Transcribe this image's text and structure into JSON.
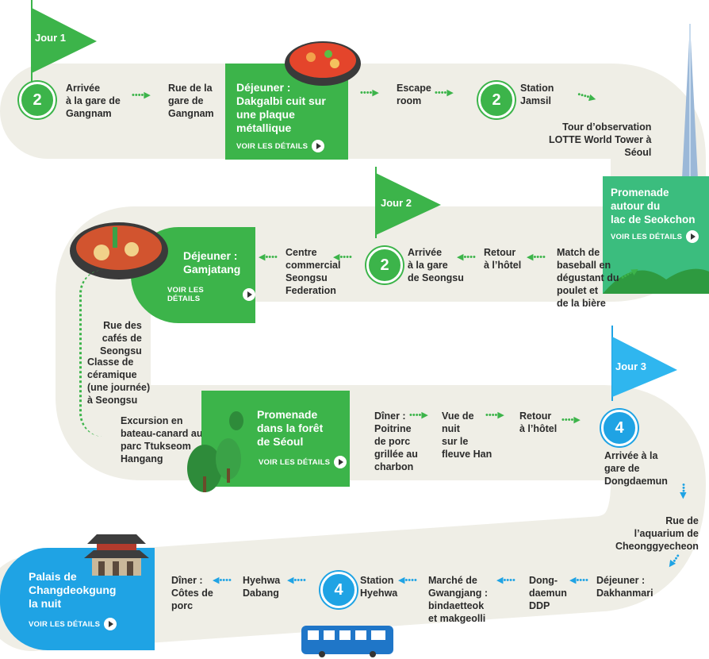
{
  "colors": {
    "road": "#efeee6",
    "green": "#3cb44a",
    "dark_green": "#2e9a40",
    "blue": "#1fa3e4",
    "mint": "#3bbd7e"
  },
  "day1": {
    "flag": "Jour 1",
    "circle": "2",
    "s1": "Arrivée\nà la gare de\nGangnam",
    "s2": "Rue de la\ngare de\nGangnam",
    "card_title": "Déjeuner :\nDakgalbi cuit sur\nune plaque\nmétallique",
    "card_more": "VOIR LES DÉTAILS",
    "s3": "Escape\nroom",
    "circle2": "2",
    "s4": "Station\nJamsil",
    "s5": "Tour d’observation\nLOTTE World Tower à\nSéoul",
    "card2_title": "Promenade\nautour du\nlac de Seokchon",
    "card2_more": "VOIR LES DÉTAILS"
  },
  "day2": {
    "flag": "Jour 2",
    "s1": "Match de\nbaseball en\ndégustant du\npoulet et\nde la bière",
    "s2": "Retour\nà l’hôtel",
    "circle": "2",
    "s3": "Arrivée\nà la gare\nde Seongsu",
    "s4": "Centre\ncommercial\nSeongsu\nFederation",
    "card_title": "Déjeuner :\nGamjatang",
    "card_more": "VOIR LES DÉTAILS",
    "s5": "Rue des\ncafés de\nSeongsu",
    "s6": "Classe de\ncéramique\n(une journée)\nà Seongsu",
    "s7": "Excursion en\nbateau-canard au\nparc Ttukseom\nHangang",
    "card2_title": "Promenade\ndans la forêt\nde Séoul",
    "card2_more": "VOIR LES DÉTAILS",
    "s8": "Dîner :\nPoitrine\nde porc\ngrillée au\ncharbon",
    "s9": "Vue de\nnuit\nsur le\nfleuve Han",
    "s10": "Retour\nà l’hôtel"
  },
  "day3": {
    "flag": "Jour 3",
    "circle": "4",
    "s1": "Arrivée à la\ngare de\nDongdaemun",
    "s2": "Rue de\nl’aquarium de\nCheonggyecheon",
    "s3": "Déjeuner :\nDakhanmari",
    "s4": "Dong-\ndaemun\nDDP",
    "s5": "Marché de\nGwangjang :\nbindaetteok\net makgeolli",
    "circle2": "4",
    "s6": "Station\nHyehwa",
    "s7": "Hyehwa\nDabang",
    "s8": "Dîner :\nCôtes de\nporc",
    "card_title": "Palais de\nChangdeokgung\nla nuit",
    "card_more": "VOIR LES DÉTAILS"
  }
}
